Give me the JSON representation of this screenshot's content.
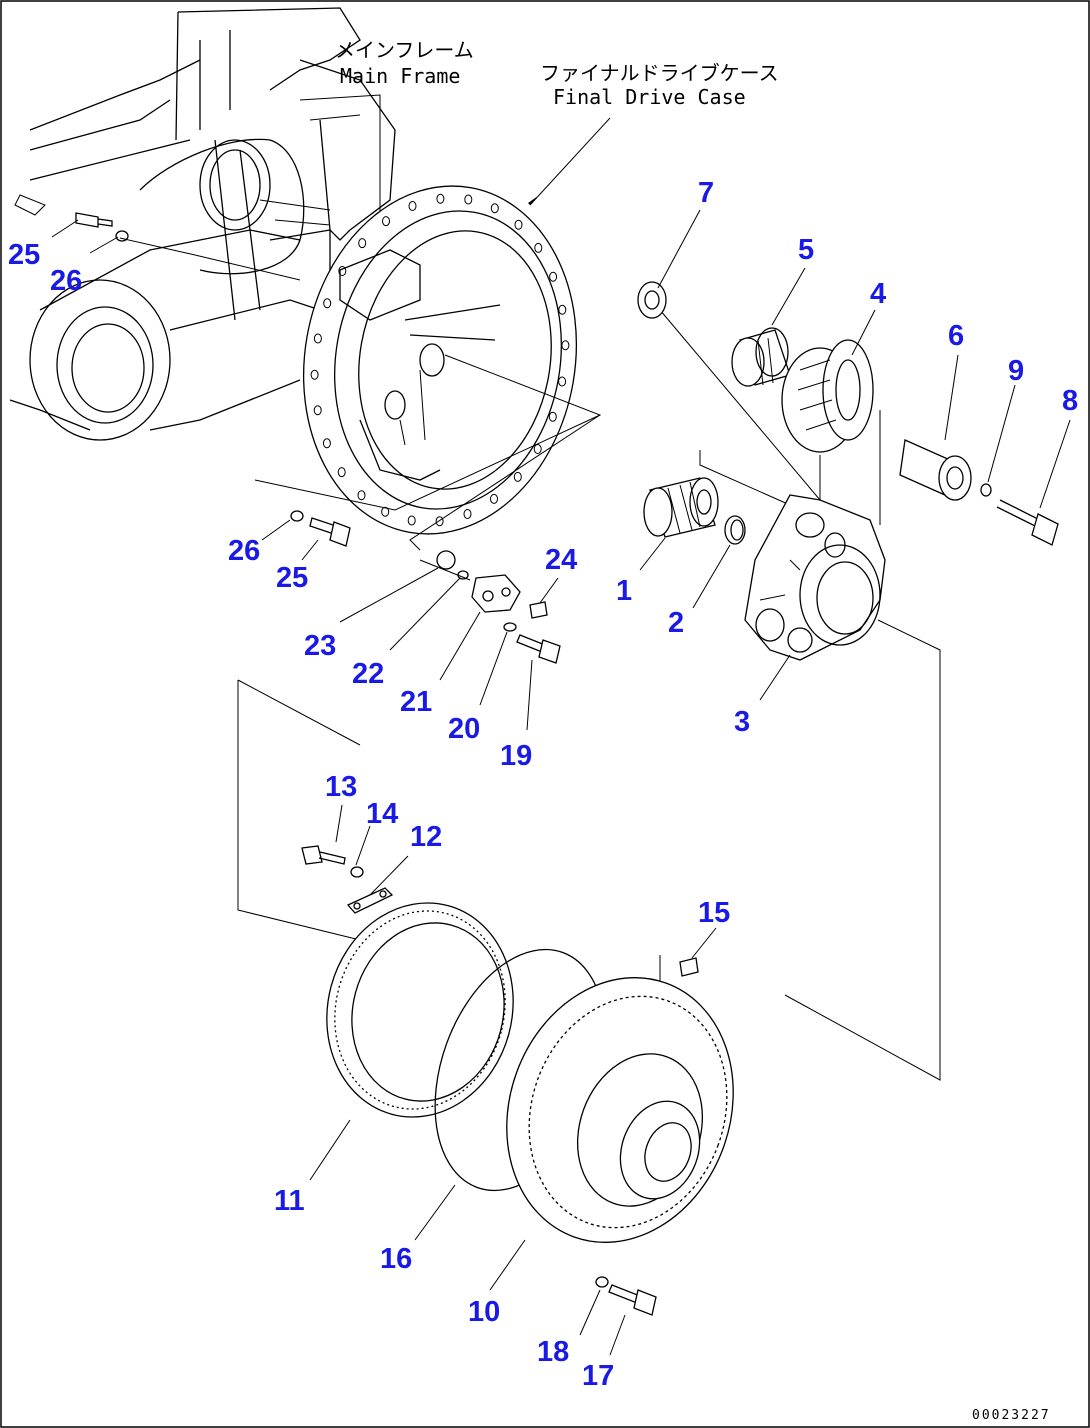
{
  "callouts": {
    "main_frame_jp": "メインフレーム",
    "main_frame_en": "Main Frame",
    "final_drive_case_jp": "ファイナルドライブケース",
    "final_drive_case_en": "Final Drive Case"
  },
  "serial": "00023227",
  "parts": [
    {
      "id": "p25a",
      "label": "25"
    },
    {
      "id": "p26a",
      "label": "26"
    },
    {
      "id": "p7",
      "label": "7"
    },
    {
      "id": "p5",
      "label": "5"
    },
    {
      "id": "p4",
      "label": "4"
    },
    {
      "id": "p6",
      "label": "6"
    },
    {
      "id": "p9",
      "label": "9"
    },
    {
      "id": "p8",
      "label": "8"
    },
    {
      "id": "p26b",
      "label": "26"
    },
    {
      "id": "p25b",
      "label": "25"
    },
    {
      "id": "p24",
      "label": "24"
    },
    {
      "id": "p1",
      "label": "1"
    },
    {
      "id": "p2",
      "label": "2"
    },
    {
      "id": "p23",
      "label": "23"
    },
    {
      "id": "p22",
      "label": "22"
    },
    {
      "id": "p21",
      "label": "21"
    },
    {
      "id": "p20",
      "label": "20"
    },
    {
      "id": "p19",
      "label": "19"
    },
    {
      "id": "p3",
      "label": "3"
    },
    {
      "id": "p13",
      "label": "13"
    },
    {
      "id": "p14",
      "label": "14"
    },
    {
      "id": "p12",
      "label": "12"
    },
    {
      "id": "p15",
      "label": "15"
    },
    {
      "id": "p11",
      "label": "11"
    },
    {
      "id": "p16",
      "label": "16"
    },
    {
      "id": "p10",
      "label": "10"
    },
    {
      "id": "p18",
      "label": "18"
    },
    {
      "id": "p17",
      "label": "17"
    }
  ]
}
